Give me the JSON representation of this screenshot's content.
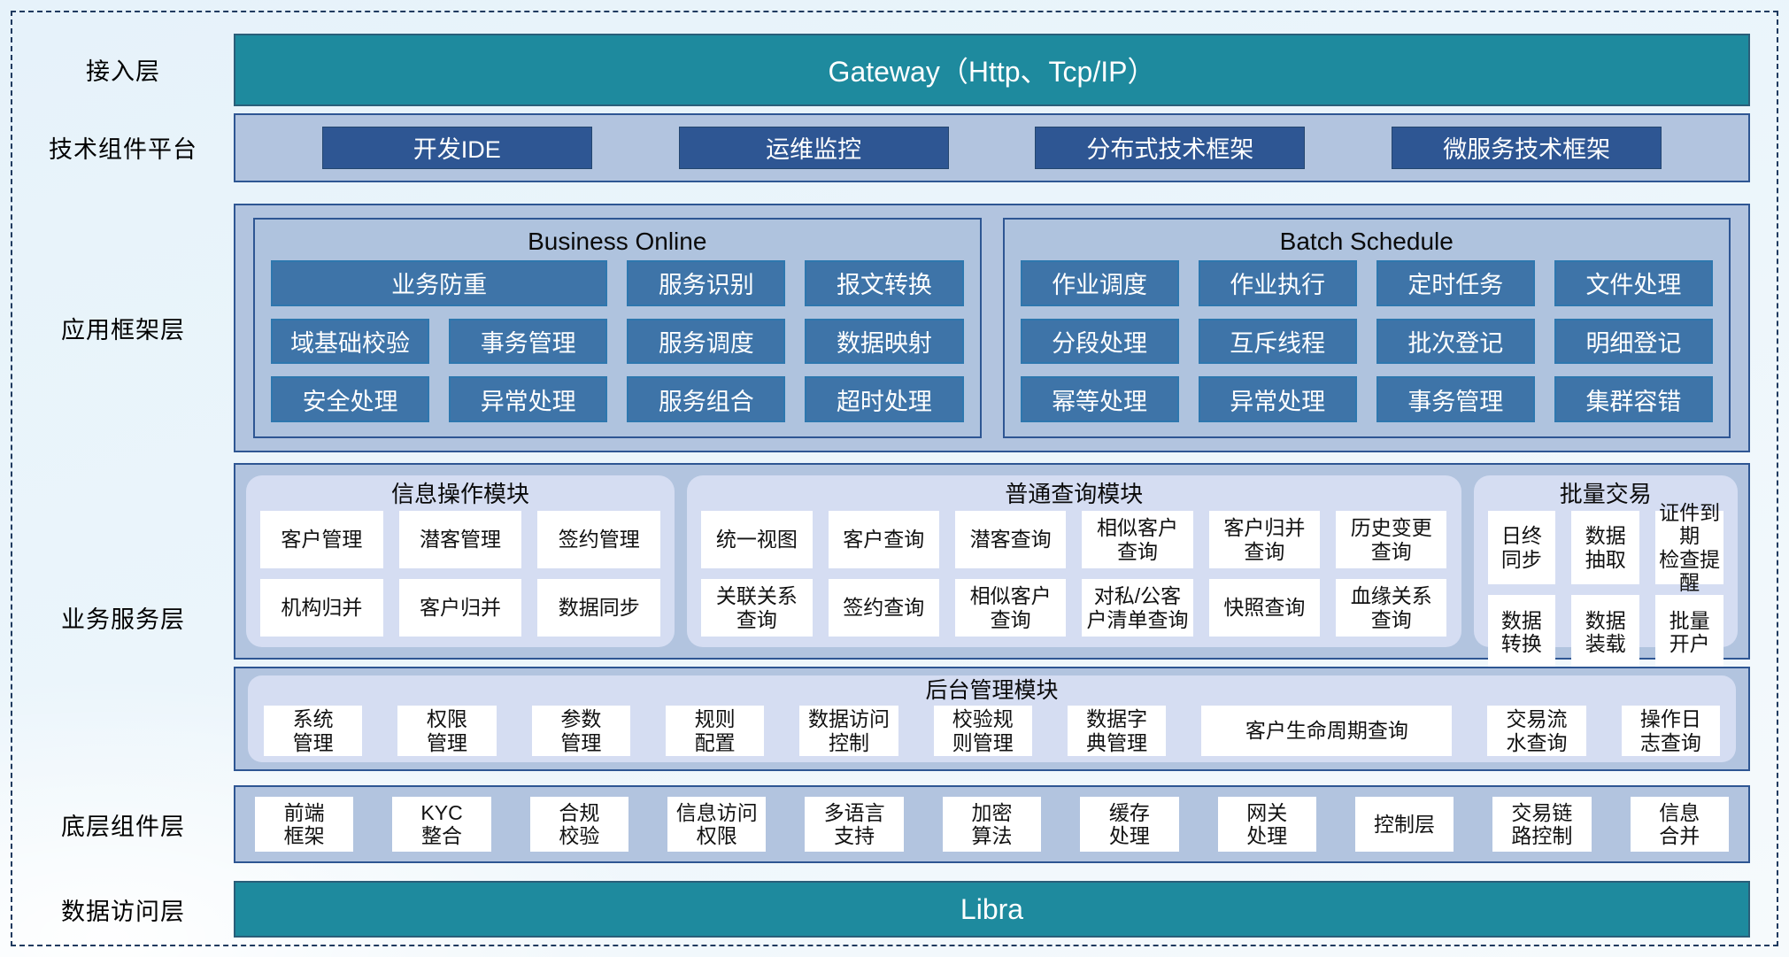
{
  "colors": {
    "teal_bar": "#1E8A9E",
    "navy_box": "#2E5693",
    "steel_box": "#3E74A8",
    "panel_fill": "#B2C4DF",
    "panel_border": "#2E5693",
    "card_fill": "#D5DDF2",
    "white_box": "#FFFFFF",
    "frame_dash": "#1F3A5F"
  },
  "layers": {
    "access": {
      "label": "接入层",
      "bar": "Gateway（Http、Tcp/IP）"
    },
    "tech": {
      "label": "技术组件平台",
      "items": [
        "开发IDE",
        "运维监控",
        "分布式技术框架",
        "微服务技术框架"
      ]
    },
    "app_framework": {
      "label": "应用框架层",
      "groups": [
        {
          "title": "Business Online",
          "rows": [
            [
              {
                "t": "业务防重",
                "span": 2
              },
              {
                "t": "服务识别"
              },
              {
                "t": "报文转换"
              }
            ],
            [
              {
                "t": "域基础校验"
              },
              {
                "t": "事务管理"
              },
              {
                "t": "服务调度"
              },
              {
                "t": "数据映射"
              }
            ],
            [
              {
                "t": "安全处理"
              },
              {
                "t": "异常处理"
              },
              {
                "t": "服务组合"
              },
              {
                "t": "超时处理"
              }
            ]
          ]
        },
        {
          "title": "Batch Schedule",
          "rows": [
            [
              {
                "t": "作业调度"
              },
              {
                "t": "作业执行"
              },
              {
                "t": "定时任务"
              },
              {
                "t": "文件处理"
              }
            ],
            [
              {
                "t": "分段处理"
              },
              {
                "t": "互斥线程"
              },
              {
                "t": "批次登记"
              },
              {
                "t": "明细登记"
              }
            ],
            [
              {
                "t": "幂等处理"
              },
              {
                "t": "异常处理"
              },
              {
                "t": "事务管理"
              },
              {
                "t": "集群容错"
              }
            ]
          ]
        }
      ]
    },
    "business": {
      "label": "业务服务层",
      "modules": [
        {
          "title": "信息操作模块",
          "rows": [
            [
              "客户管理",
              "潜客管理",
              "签约管理"
            ],
            [
              "机构归并",
              "客户归并",
              "数据同步"
            ]
          ]
        },
        {
          "title": "普通查询模块",
          "rows": [
            [
              "统一视图",
              "客户查询",
              "潜客查询",
              "相似客户\n查询",
              "客户归并\n查询",
              "历史变更\n查询"
            ],
            [
              "关联关系\n查询",
              "签约查询",
              "相似客户\n查询",
              "对私/公客\n户清单查询",
              "快照查询",
              "血缘关系\n查询"
            ]
          ]
        },
        {
          "title": "批量交易",
          "rows": [
            [
              "日终\n同步",
              "数据\n抽取",
              "证件到期\n检查提醒"
            ],
            [
              "数据\n转换",
              "数据\n装载",
              "批量\n开户"
            ]
          ]
        }
      ],
      "admin": {
        "title": "后台管理模块",
        "items": [
          {
            "t": "系统\n管理"
          },
          {
            "t": "权限\n管理"
          },
          {
            "t": "参数\n管理"
          },
          {
            "t": "规则\n配置"
          },
          {
            "t": "数据访问\n控制"
          },
          {
            "t": "校验规\n则管理"
          },
          {
            "t": "数据字\n典管理"
          },
          {
            "t": "客户生命周期查询",
            "wide": true
          },
          {
            "t": "交易流\n水查询"
          },
          {
            "t": "操作日\n志查询"
          }
        ]
      }
    },
    "base": {
      "label": "底层组件层",
      "items": [
        {
          "t": "前端\n框架"
        },
        {
          "t": "KYC\n整合"
        },
        {
          "t": "合规\n校验"
        },
        {
          "t": "信息访问\n权限"
        },
        {
          "t": "多语言\n支持"
        },
        {
          "t": "加密\n算法"
        },
        {
          "t": "缓存\n处理"
        },
        {
          "t": "网关\n处理"
        },
        {
          "t": "控制层"
        },
        {
          "t": "交易链\n路控制"
        },
        {
          "t": "信息\n合并"
        }
      ]
    },
    "data_access": {
      "label": "数据访问层",
      "bar": "Libra"
    }
  }
}
